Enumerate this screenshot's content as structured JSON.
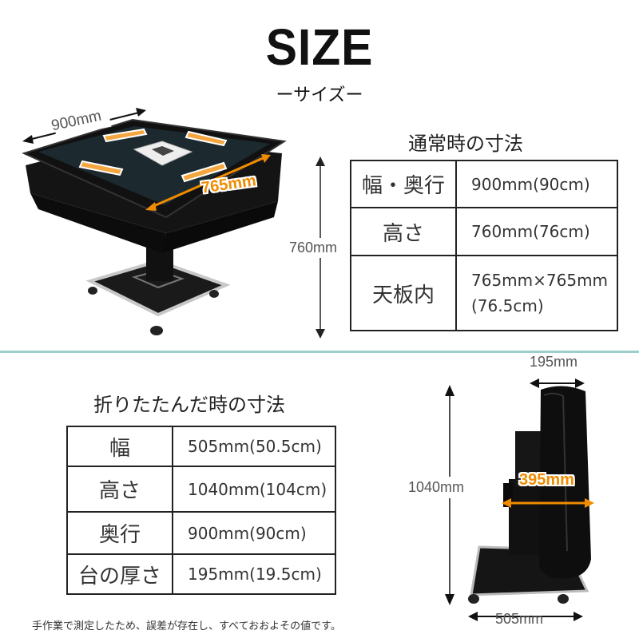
{
  "header": {
    "title": "SIZE",
    "subtitle": "ーサイズー"
  },
  "colors": {
    "divider": "#9ccfcb",
    "accent_orange": "#f08c00",
    "table_border": "#222222",
    "table_black": "#111111"
  },
  "normal": {
    "section_title": "通常時の寸法",
    "photo_labels": {
      "width": "900mm",
      "inner": "765mm",
      "height": "760mm"
    },
    "rows": [
      {
        "label": "幅・奥行",
        "value": "900mm(90cm)",
        "value2": ""
      },
      {
        "label": "高さ",
        "value": "760mm(76cm)",
        "value2": ""
      },
      {
        "label": "天板内",
        "value": "765mm×765mm",
        "value2": "(76.5cm)"
      }
    ]
  },
  "folded": {
    "section_title": "折りたたんだ時の寸法",
    "photo_labels": {
      "thickness": "195mm",
      "depth": "395mm",
      "height": "1040mm",
      "width": "505mm"
    },
    "rows": [
      {
        "label": "幅",
        "value": "505mm(50.5cm)"
      },
      {
        "label": "高さ",
        "value": "1040mm(104cm)"
      },
      {
        "label": "奥行",
        "value": "900mm(90cm)"
      },
      {
        "label": "台の厚さ",
        "value": "195mm(19.5cm)"
      }
    ]
  },
  "footnote": "手作業で測定したため、誤差が存在し、すべておおよその値です。"
}
